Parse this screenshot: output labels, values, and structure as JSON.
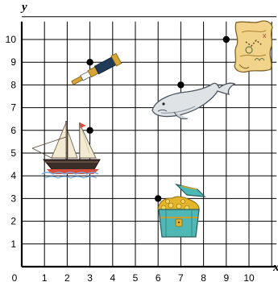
{
  "axes": {
    "x_label": "x",
    "y_label": "y",
    "origin_label": "0",
    "x_range": [
      0,
      11
    ],
    "y_range": [
      0,
      11
    ],
    "x_ticks": [
      1,
      2,
      3,
      4,
      5,
      6,
      7,
      8,
      9,
      10
    ],
    "y_ticks": [
      1,
      2,
      3,
      4,
      5,
      6,
      7,
      8,
      9,
      10
    ],
    "grid": true
  },
  "points": [
    {
      "name": "spyglass",
      "x": 3,
      "y": 9
    },
    {
      "name": "whale",
      "x": 7,
      "y": 8
    },
    {
      "name": "ship",
      "x": 3,
      "y": 6
    },
    {
      "name": "treasure-chest",
      "x": 6,
      "y": 3
    },
    {
      "name": "treasure-map",
      "x": 9,
      "y": 10
    }
  ],
  "pictures": [
    {
      "icon": "spyglass-icon"
    },
    {
      "icon": "whale-icon"
    },
    {
      "icon": "sailboat-icon"
    },
    {
      "icon": "treasure-chest-icon"
    },
    {
      "icon": "treasure-map-icon"
    }
  ],
  "colors": {
    "grid": "#000000",
    "point": "#000000",
    "map_parchment": "#f2d38a",
    "chest_teal": "#4fb8b5",
    "gold": "#e3b52b",
    "whale": "#dfe3e6",
    "spyglass_brass": "#d7a536",
    "spyglass_navy": "#1f3b57",
    "sail": "#f3ead2",
    "hull": "#3a2d28",
    "water": "#7aa7d8",
    "flag_red": "#d94d3a"
  }
}
